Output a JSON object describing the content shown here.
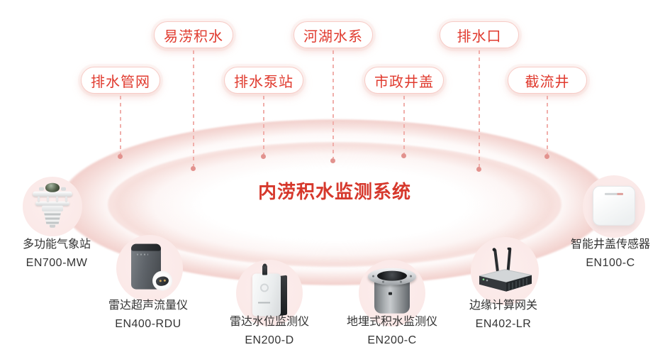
{
  "diagram": {
    "title": "内涝积水监测系统"
  },
  "tags": [
    {
      "label": "排水管网"
    },
    {
      "label": "易涝积水"
    },
    {
      "label": "排水泵站"
    },
    {
      "label": "河湖水系"
    },
    {
      "label": "市政井盖"
    },
    {
      "label": "排水口"
    },
    {
      "label": "截流井"
    }
  ],
  "devices": [
    {
      "name": "多功能气象站",
      "model": "EN700-MW",
      "icon": "weather-station-icon"
    },
    {
      "name": "雷达超声流量仪",
      "model": "EN400-RDU",
      "icon": "radar-ultrasonic-flowmeter-icon"
    },
    {
      "name": "雷达水位监测仪",
      "model": "EN200-D",
      "icon": "radar-water-level-monitor-icon"
    },
    {
      "name": "地埋式积水监测仪",
      "model": "EN200-C",
      "icon": "buried-water-monitor-icon"
    },
    {
      "name": "边缘计算网关",
      "model": "EN402-LR",
      "icon": "edge-computing-gateway-icon"
    },
    {
      "name": "智能井盖传感器",
      "model": "EN100-C",
      "icon": "smart-manhole-cover-sensor-icon"
    }
  ],
  "colors": {
    "accent_red": "#e03a2e",
    "title_red": "#d6382c",
    "pill_border": "#f7ccc7",
    "dash_line": "#f0aeaa",
    "connector_dot": "#e2928e",
    "halo_pink": "#fbe9e8",
    "label_text": "#333333"
  }
}
